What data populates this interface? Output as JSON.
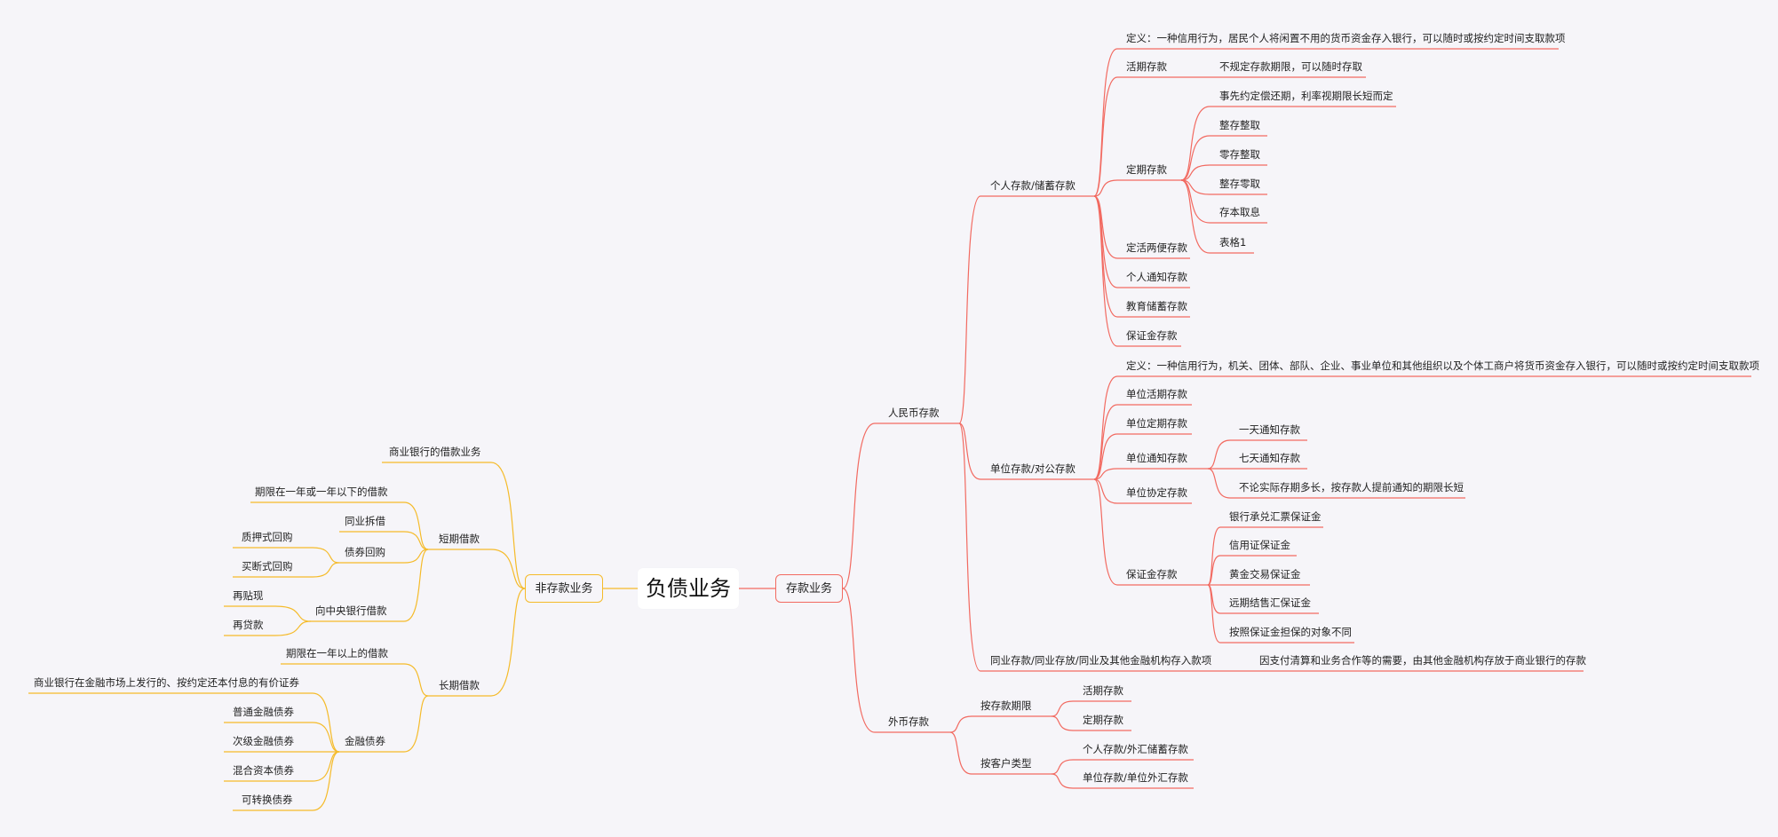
{
  "root": "负债业务",
  "colors": {
    "deposit": "#f26a61",
    "nondeposit": "#f5bb2a",
    "background": "#f6f5f9"
  },
  "deposit": {
    "label": "存款业务",
    "rmb": {
      "label": "人民币存款",
      "personal": {
        "label": "个人存款/储蓄存款",
        "definition": "定义：一种信用行为，居民个人将闲置不用的货币资金存入银行，可以随时或按约定时间支取款项",
        "demand": {
          "label": "活期存款",
          "desc": "不规定存款期限，可以随时存取"
        },
        "time": {
          "label": "定期存款",
          "items": [
            "事先约定偿还期，利率视期限长短而定",
            "整存整取",
            "零存整取",
            "整存零取",
            "存本取息",
            "表格1"
          ]
        },
        "others": [
          "定活两便存款",
          "个人通知存款",
          "教育储蓄存款",
          "保证金存款"
        ]
      },
      "corporate": {
        "label": "单位存款/对公存款",
        "definition": "定义：一种信用行为，机关、团体、部队、企业、事业单位和其他组织以及个体工商户将货币资金存入银行，可以随时或按约定时间支取款项",
        "demand": "单位活期存款",
        "time": "单位定期存款",
        "notice": {
          "label": "单位通知存款",
          "items": [
            "一天通知存款",
            "七天通知存款",
            "不论实际存期多长，按存款人提前通知的期限长短"
          ]
        },
        "agreement": "单位协定存款",
        "margin": {
          "label": "保证金存款",
          "items": [
            "银行承兑汇票保证金",
            "信用证保证金",
            "黄金交易保证金",
            "远期结售汇保证金",
            "按照保证金担保的对象不同"
          ]
        }
      },
      "interbank": {
        "label": "同业存款/同业存放/同业及其他金融机构存入款项",
        "desc": "因支付清算和业务合作等的需要，由其他金融机构存放于商业银行的存款"
      }
    },
    "fx": {
      "label": "外币存款",
      "by_term": {
        "label": "按存款期限",
        "items": [
          "活期存款",
          "定期存款"
        ]
      },
      "by_customer": {
        "label": "按客户类型",
        "items": [
          "个人存款/外汇储蓄存款",
          "单位存款/单位外汇存款"
        ]
      }
    }
  },
  "nondeposit": {
    "label": "非存款业务",
    "top": "商业银行的借款业务",
    "short": {
      "label": "短期借款",
      "period": "期限在一年或一年以下的借款",
      "interbank": "同业拆借",
      "repo": {
        "label": "债券回购",
        "items": [
          "质押式回购",
          "买断式回购"
        ]
      },
      "central": {
        "label": "向中央银行借款",
        "items": [
          "再贴现",
          "再贷款"
        ]
      }
    },
    "long": {
      "label": "长期借款",
      "period": "期限在一年以上的借款",
      "bonds": {
        "label": "金融债券",
        "items": [
          "商业银行在金融市场上发行的、按约定还本付息的有价证券",
          "普通金融债券",
          "次级金融债券",
          "混合资本债券",
          "可转换债券"
        ]
      }
    }
  }
}
